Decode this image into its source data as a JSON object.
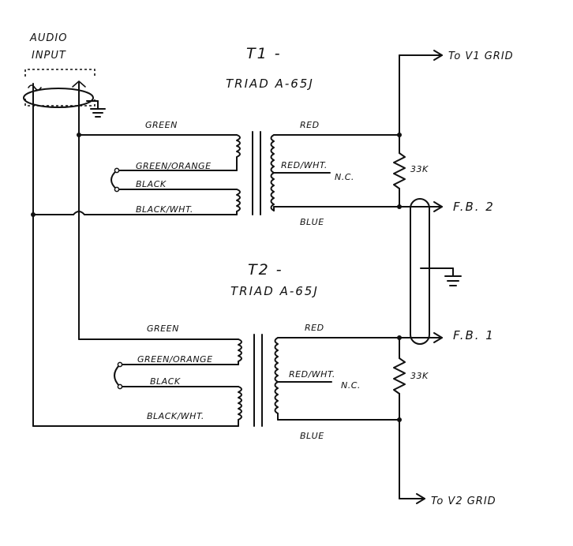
{
  "input": {
    "line1": "AUDIO",
    "line2": "INPUT"
  },
  "t1": {
    "designator": "T1 -",
    "model": "TRIAD A-65J",
    "primary": {
      "green": "GREEN",
      "green_orange": "GREEN/ORANGE",
      "black": "BLACK",
      "black_white": "BLACK/WHT."
    },
    "secondary": {
      "red": "RED",
      "red_white": "RED/WHT.",
      "nc": "N.C.",
      "blue": "BLUE"
    },
    "resistor": "33K"
  },
  "t2": {
    "designator": "T2 -",
    "model": "TRIAD A-65J",
    "primary": {
      "green": "GREEN",
      "green_orange": "GREEN/ORANGE",
      "black": "BLACK",
      "black_white": "BLACK/WHT."
    },
    "secondary": {
      "red": "RED",
      "red_white": "RED/WHT.",
      "nc": "N.C.",
      "blue": "BLUE"
    },
    "resistor": "33K"
  },
  "outputs": {
    "v1_grid": "To V1 GRID",
    "fb2": "F.B. 2",
    "fb1": "F.B. 1",
    "v2_grid": "To V2 GRID"
  }
}
